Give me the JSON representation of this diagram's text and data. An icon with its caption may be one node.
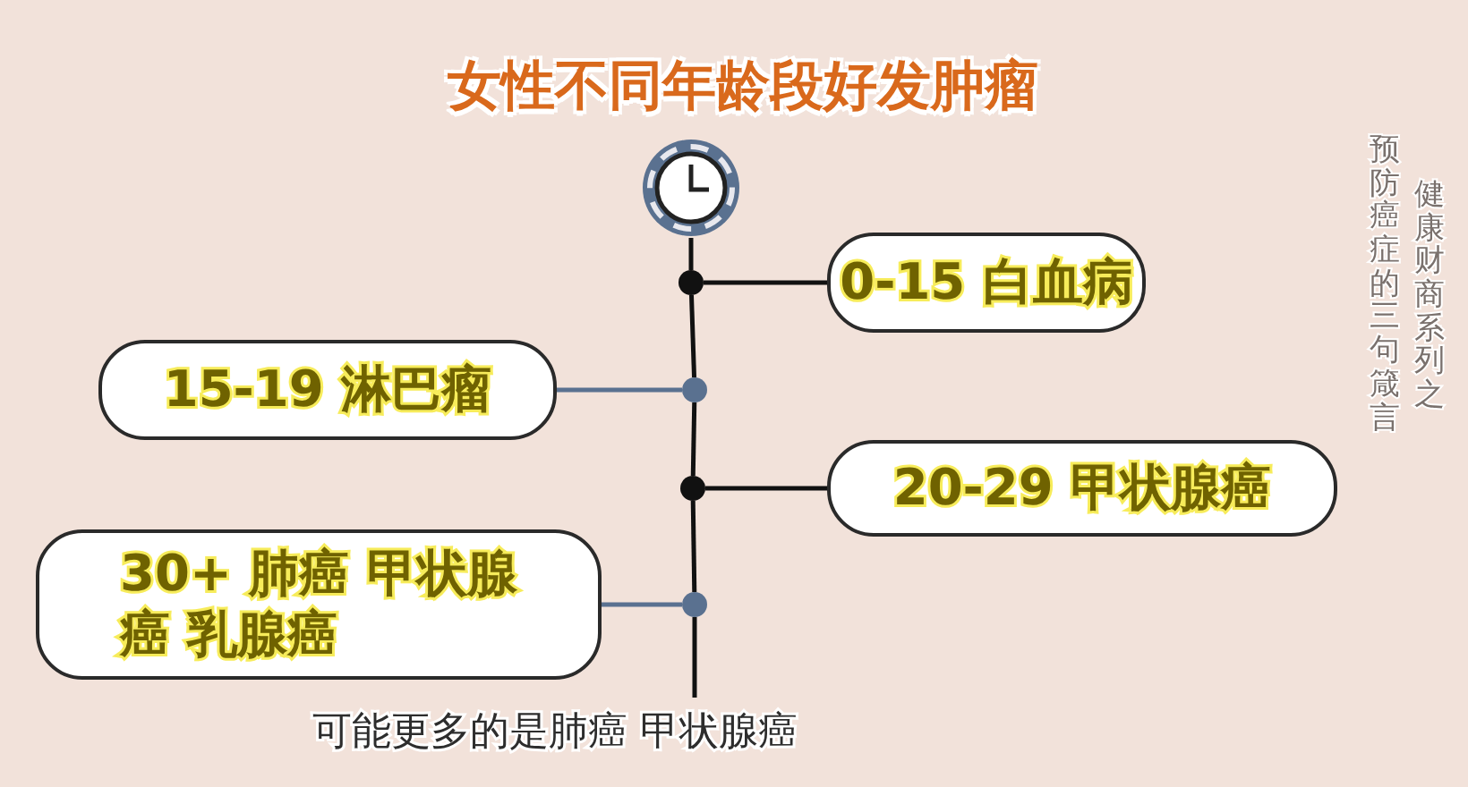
{
  "diagram": {
    "title": "女性不同年龄段好发肿瘤",
    "nodes": [
      {
        "text": [],
        "shape": "picture"
      },
      {
        "text": [],
        "shape": "circle"
      },
      {
        "text": [],
        "shape": "circle"
      },
      {
        "text": [],
        "shape": "circle"
      },
      {
        "text": [],
        "shape": "circle"
      },
      {
        "text": [
          "0-15 白血病"
        ]
      },
      {
        "text": [
          "15-19 淋巴瘤"
        ]
      },
      {
        "text": [
          "20-29 甲状腺癌"
        ]
      },
      {
        "text": [
          "30+ 肺癌 甲状腺癌 乳腺癌"
        ]
      }
    ],
    "edges": [
      {
        "from": 0,
        "to": 1,
        "arrow": "none"
      },
      {
        "from": 1,
        "to": 2,
        "arrow": "none"
      },
      {
        "from": 2,
        "to": 3,
        "arrow": "none"
      },
      {
        "from": 3,
        "to": 4,
        "arrow": "none"
      },
      {
        "from": 4,
        "to": null,
        "arrow": "none"
      },
      {
        "from": 1,
        "to": 5,
        "arrow": "none"
      },
      {
        "from": 2,
        "to": 6,
        "arrow": "none",
        "color": "#5a7190"
      },
      {
        "from": 3,
        "to": 7,
        "arrow": "none"
      },
      {
        "from": 4,
        "to": 8,
        "arrow": "none",
        "color": "#5a7190"
      }
    ],
    "labels": [
      "健康财商系列之",
      "预防癌症的三句箴言"
    ],
    "caption": "可能更多的是肺癌 甲状腺癌"
  }
}
